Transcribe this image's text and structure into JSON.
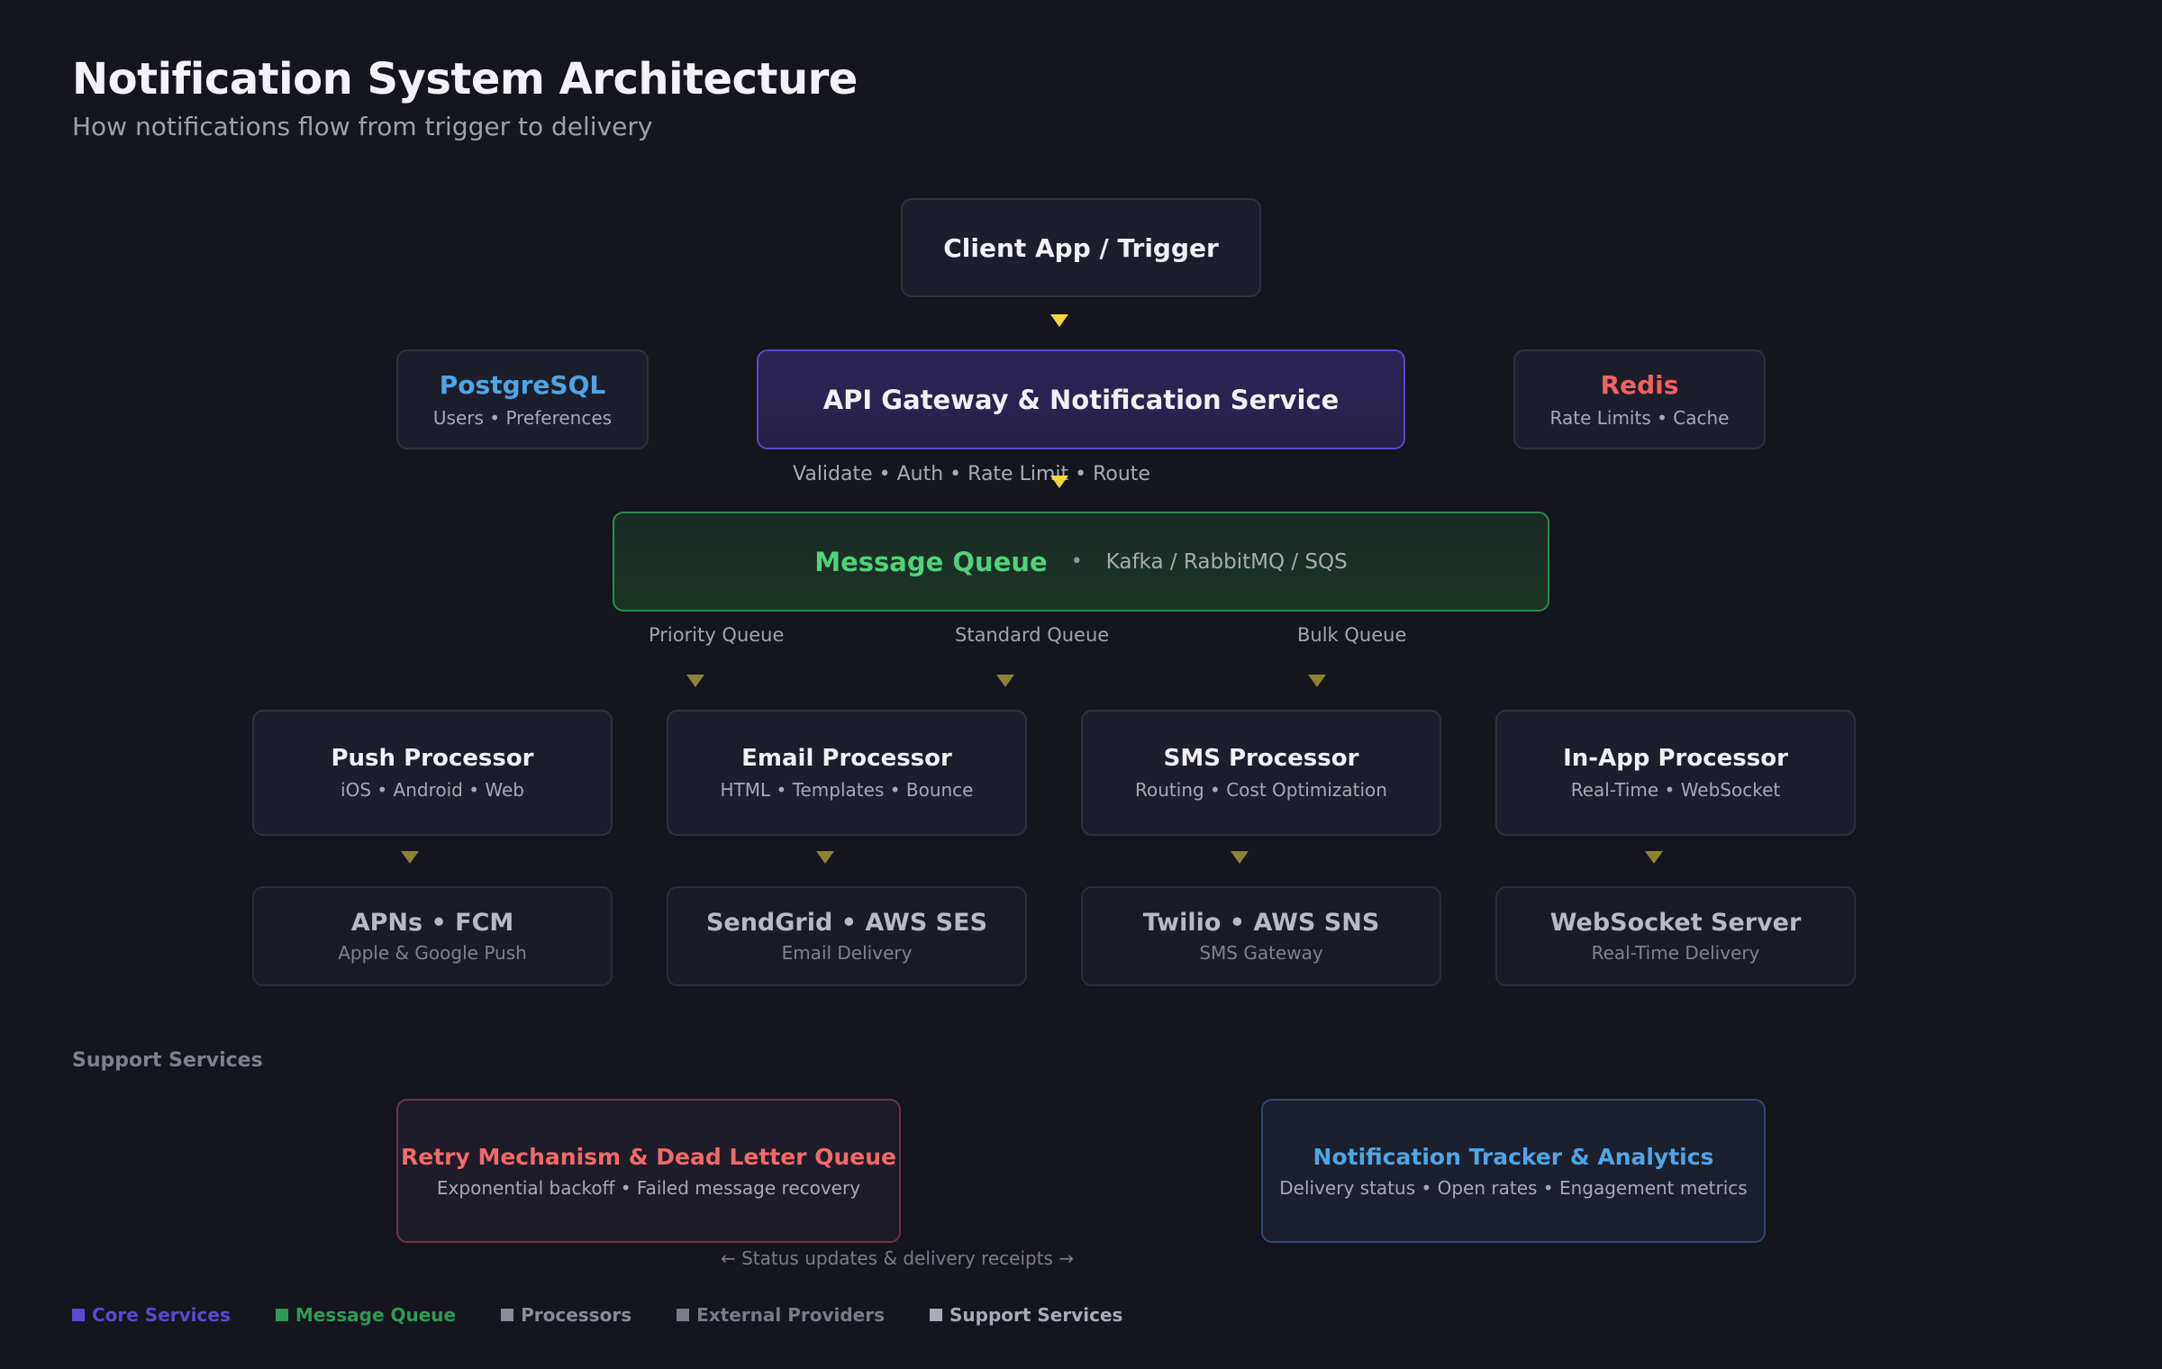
{
  "header": {
    "title": "Notification System Architecture",
    "subtitle": "How notifications flow from trigger to delivery"
  },
  "client": {
    "label": "Client App / Trigger"
  },
  "gateway": {
    "label": "API Gateway & Notification Service",
    "caption": "Validate • Auth • Rate Limit • Route"
  },
  "postgres": {
    "label": "PostgreSQL",
    "sub": "Users • Preferences"
  },
  "redis": {
    "label": "Redis",
    "sub": "Rate Limits • Cache"
  },
  "queue": {
    "label": "Message Queue",
    "separator": "•",
    "tech": "Kafka / RabbitMQ / SQS",
    "lanes": [
      "Priority Queue",
      "Standard Queue",
      "Bulk Queue"
    ]
  },
  "processors": [
    {
      "label": "Push Processor",
      "sub": "iOS • Android • Web"
    },
    {
      "label": "Email Processor",
      "sub": "HTML • Templates • Bounce"
    },
    {
      "label": "SMS Processor",
      "sub": "Routing • Cost Optimization"
    },
    {
      "label": "In-App Processor",
      "sub": "Real-Time • WebSocket"
    }
  ],
  "providers": [
    {
      "label": "APNs • FCM",
      "sub": "Apple & Google Push"
    },
    {
      "label": "SendGrid • AWS SES",
      "sub": "Email Delivery"
    },
    {
      "label": "Twilio • AWS SNS",
      "sub": "SMS Gateway"
    },
    {
      "label": "WebSocket Server",
      "sub": "Real-Time Delivery"
    }
  ],
  "support": {
    "section_label": "Support Services",
    "retry": {
      "label": "Retry Mechanism & Dead Letter Queue",
      "sub": "Exponential backoff • Failed message recovery"
    },
    "tracker": {
      "label": "Notification Tracker & Analytics",
      "sub": "Delivery status • Open rates • Engagement metrics"
    },
    "status_caption": "← Status updates & delivery receipts →"
  },
  "legend": [
    {
      "label": "Core Services",
      "color": "#5b49d0"
    },
    {
      "label": "Message Queue",
      "color": "#2f9a55"
    },
    {
      "label": "Processors",
      "color": "#8a8b97"
    },
    {
      "label": "External Providers",
      "color": "#7a7b87"
    },
    {
      "label": "Support Services",
      "color": "#a9aab5"
    }
  ],
  "colors": {
    "background": "#15151e",
    "arrow": "#f4d63a",
    "arrow_dim": "#8c8433"
  }
}
